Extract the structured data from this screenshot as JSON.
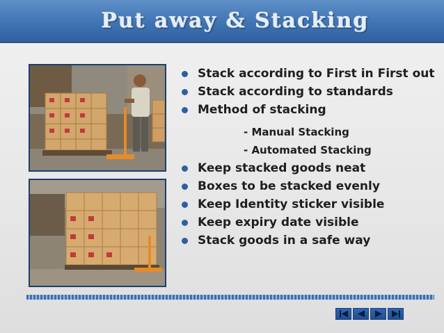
{
  "slide": {
    "title": "Put away & Stacking",
    "bullets": [
      "Stack according to First in First out",
      "Stack according to standards",
      "Method of stacking"
    ],
    "sub_bullets": [
      "- Manual Stacking",
      "- Automated Stacking"
    ],
    "bullets_after": [
      "Keep stacked goods neat",
      "Boxes to be stacked evenly",
      "Keep Identity sticker visible",
      "Keep expiry date visible",
      "Stack goods in a safe way"
    ]
  },
  "images": {
    "top": "photo-warehouse-worker-pallet-jack",
    "bottom": "photo-stacked-boxes-on-pallet"
  },
  "navigation": {
    "buttons": [
      "first-slide-icon",
      "previous-slide-icon",
      "next-slide-icon",
      "last-slide-icon"
    ]
  },
  "colors": {
    "title_bar": "#3f73b2",
    "bullet": "#2f5f9e",
    "background": "#e9e9e9"
  }
}
